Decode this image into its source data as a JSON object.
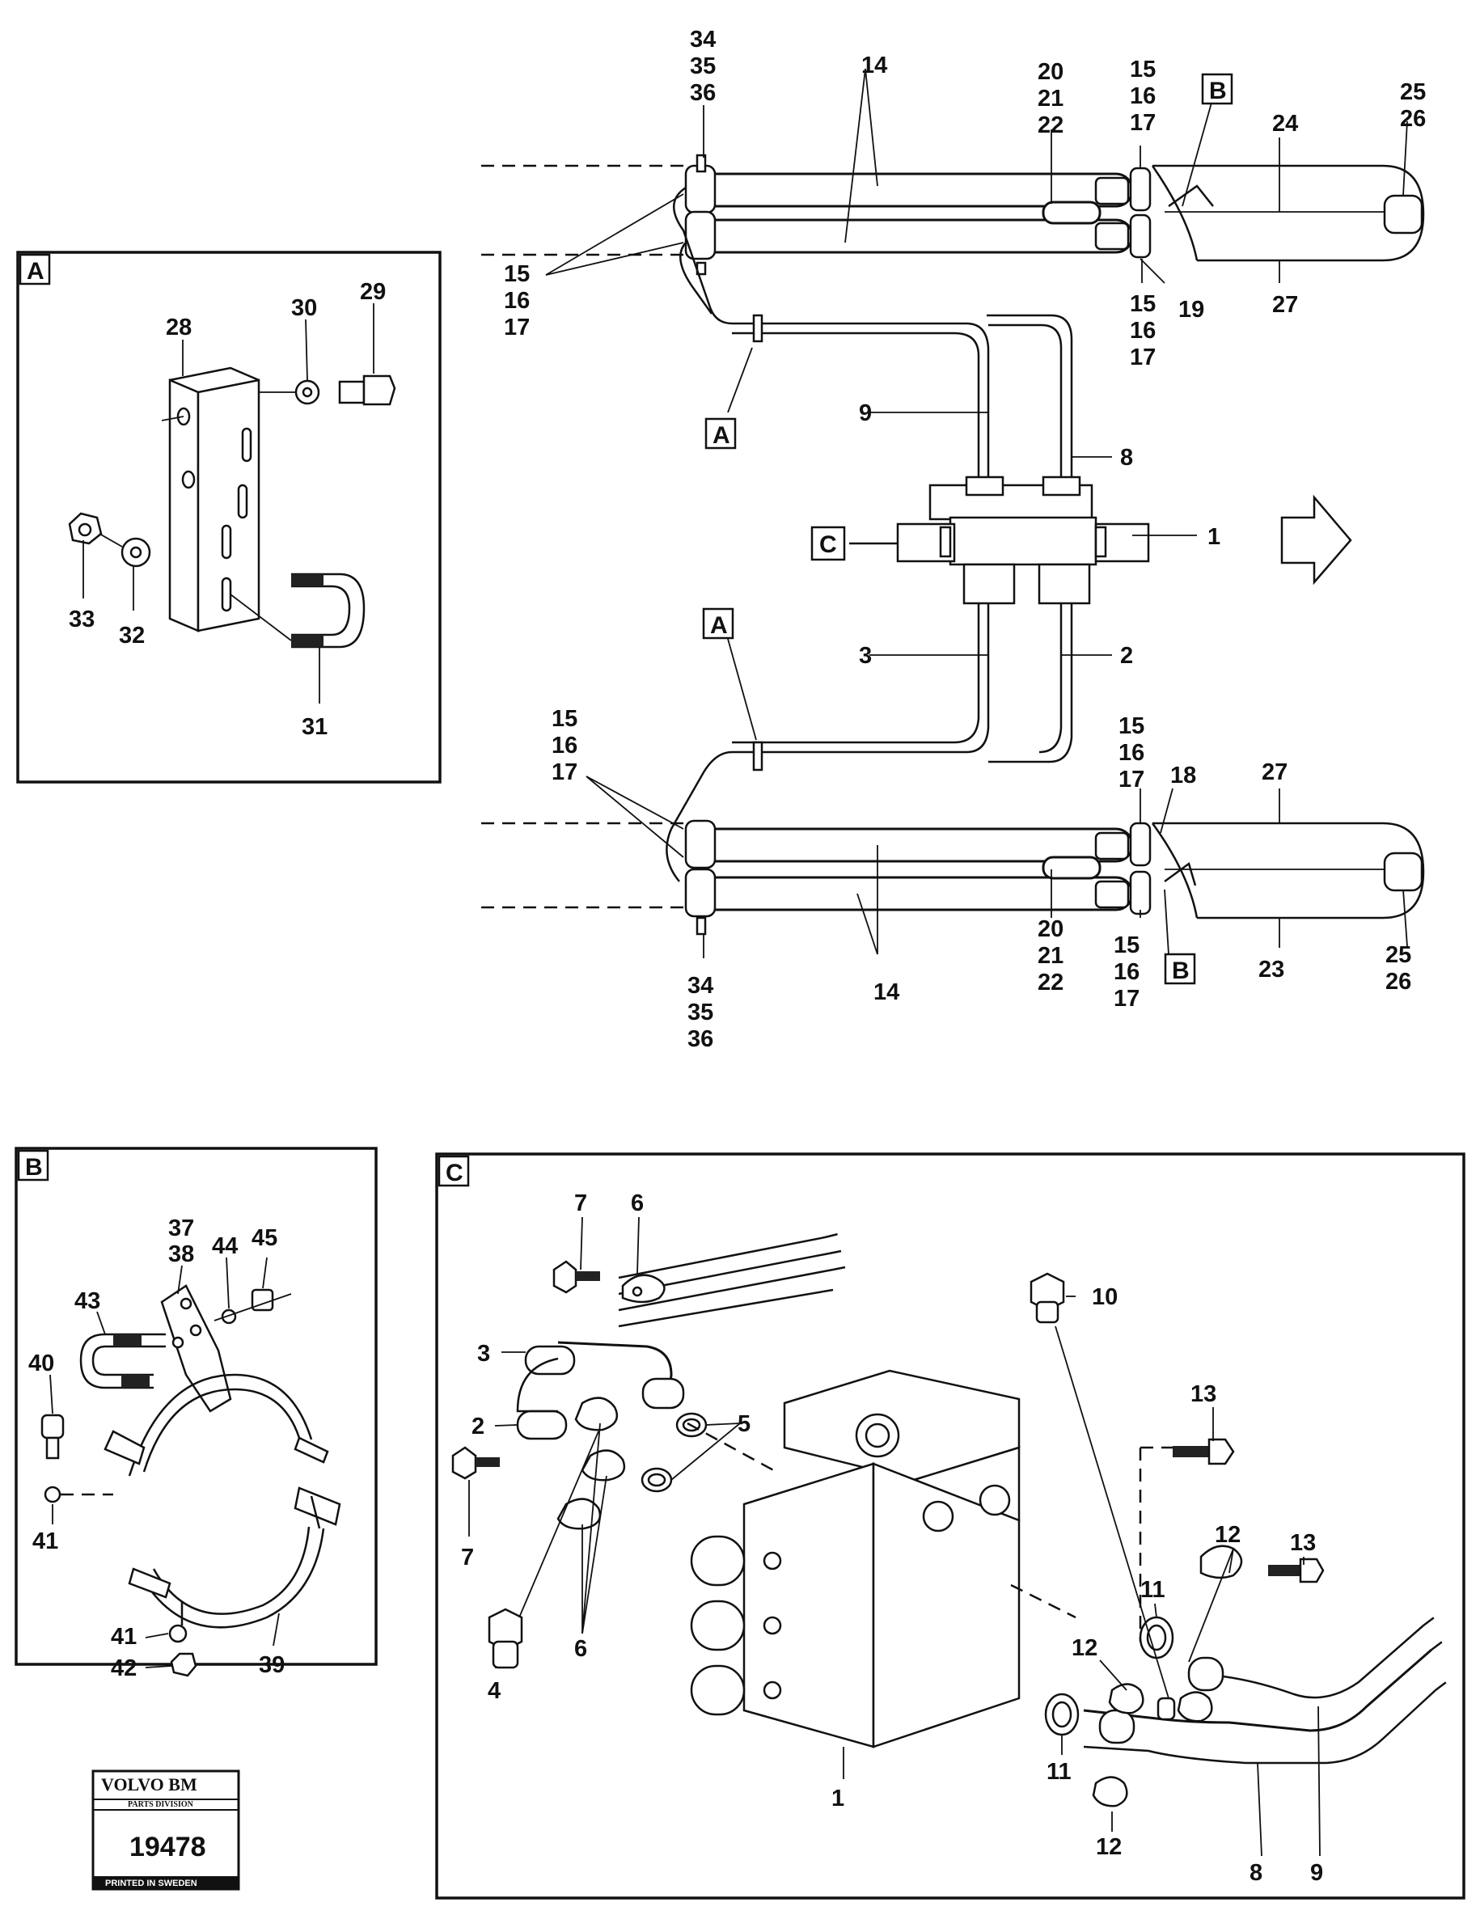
{
  "main_view": {
    "labels_top": {
      "l_34_35_36": [
        "34",
        "35",
        "36"
      ],
      "l_14": "14",
      "l_20_21_22": [
        "20",
        "21",
        "22"
      ],
      "l_15_16_17_a": [
        "15",
        "16",
        "17"
      ],
      "l_25_26": [
        "25",
        "26"
      ],
      "l_24": "24",
      "l_15_16_17_left": [
        "15",
        "16",
        "17"
      ],
      "l_15_16_17_b": [
        "15",
        "16",
        "17"
      ],
      "l_19": "19",
      "l_27": "27",
      "l_9": "9",
      "l_8": "8",
      "l_1": "1"
    },
    "labels_bottom": {
      "l_3": "3",
      "l_2": "2",
      "l_15_16_17_left": [
        "15",
        "16",
        "17"
      ],
      "l_15_16_17_right": [
        "15",
        "16",
        "17"
      ],
      "l_18": "18",
      "l_27": "27",
      "l_14": "14",
      "l_20_21_22": [
        "20",
        "21",
        "22"
      ],
      "l_15_16_17_lower": [
        "15",
        "16",
        "17"
      ],
      "l_23": "23",
      "l_25_26": [
        "25",
        "26"
      ],
      "l_34_35_36": [
        "34",
        "35",
        "36"
      ]
    },
    "callouts": {
      "a_top": "A",
      "a_bottom": "A",
      "b_top": "B",
      "b_bottom": "B",
      "c": "C"
    }
  },
  "panel_a": {
    "title": "A",
    "labels": {
      "l_28": "28",
      "l_30": "30",
      "l_29": "29",
      "l_33": "33",
      "l_32": "32",
      "l_31": "31"
    }
  },
  "panel_b": {
    "title": "B",
    "labels": {
      "l_37_38": [
        "37",
        "38"
      ],
      "l_44": "44",
      "l_45": "45",
      "l_43": "43",
      "l_40": "40",
      "l_41_top": "41",
      "l_41_bot": "41",
      "l_42": "42",
      "l_39": "39"
    }
  },
  "panel_c": {
    "title": "C",
    "labels": {
      "l_7_top": "7",
      "l_6_top": "6",
      "l_10": "10",
      "l_3": "3",
      "l_2": "2",
      "l_5": "5",
      "l_13_top": "13",
      "l_7_bot": "7",
      "l_12_top": "12",
      "l_13_right": "13",
      "l_11_top": "11",
      "l_6_bot": "6",
      "l_12_mid": "12",
      "l_4": "4",
      "l_11_bot": "11",
      "l_1": "1",
      "l_12_bot": "12",
      "l_8": "8",
      "l_9": "9"
    }
  },
  "stamp": {
    "brand": "VOLVO BM",
    "division": "PARTS DIVISION",
    "number": "19478",
    "footer": "PRINTED IN SWEDEN"
  }
}
